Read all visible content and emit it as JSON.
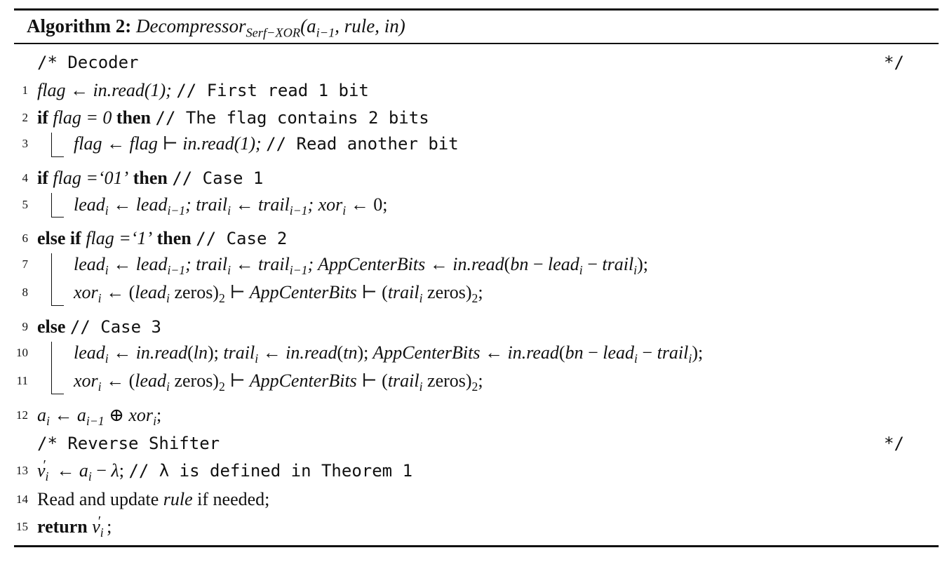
{
  "algorithm": {
    "label": "Algorithm 2:",
    "name": "Decompressor",
    "name_sub": "Serf−XOR",
    "params": "(a",
    "params_sub": "i−1",
    "params_rest": ", rule, in)"
  },
  "lines": {
    "c1": {
      "text": "/* Decoder",
      "end": "*/"
    },
    "l1": {
      "num": "1",
      "a": "flag ← in.read(1);",
      "comment": "// First read 1 bit"
    },
    "l2": {
      "num": "2",
      "kw1": "if",
      "a": "flag = 0",
      "kw2": "then",
      "comment": "// The flag contains 2 bits"
    },
    "l3": {
      "num": "3",
      "a": "flag ← flag ⊢ in.read(1);",
      "comment": "// Read another bit"
    },
    "l4": {
      "num": "4",
      "kw1": "if",
      "a": "flag =‘01’",
      "kw2": "then",
      "comment": "// Case 1"
    },
    "l5": {
      "num": "5"
    },
    "l6": {
      "num": "6",
      "kw1": "else if",
      "a": "flag =‘1’",
      "kw2": "then",
      "comment": "// Case 2"
    },
    "l7": {
      "num": "7"
    },
    "l8": {
      "num": "8"
    },
    "l9": {
      "num": "9",
      "kw1": "else",
      "comment": "// Case 3"
    },
    "l10": {
      "num": "10"
    },
    "l11": {
      "num": "11"
    },
    "l12": {
      "num": "12"
    },
    "c2": {
      "text": "/* Reverse Shifter",
      "end": "*/"
    },
    "l13": {
      "num": "13",
      "comment": "// λ is defined in Theorem 1"
    },
    "l14": {
      "num": "14",
      "pre": "Read and update",
      "var": "rule",
      "post": "if needed;"
    },
    "l15": {
      "num": "15",
      "kw1": "return"
    }
  }
}
